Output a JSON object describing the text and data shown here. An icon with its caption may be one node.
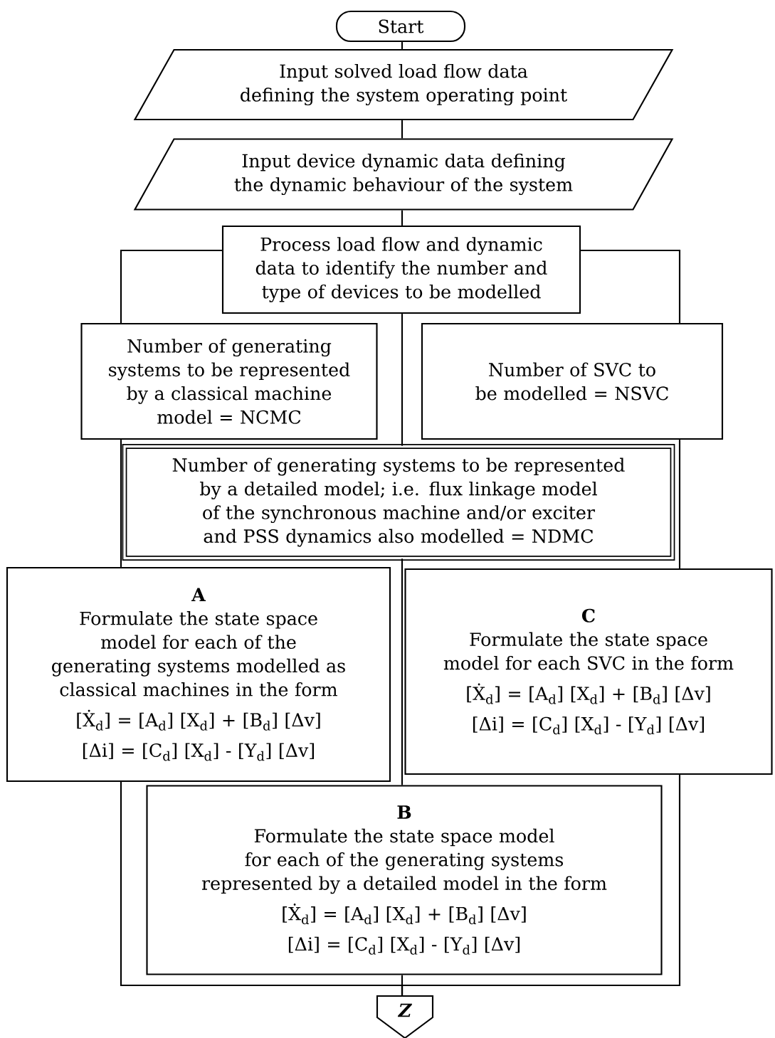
{
  "diagram": {
    "nodes": [
      {
        "text": [
          "Start"
        ]
      },
      {
        "text": [
          "Input solved load flow data defining the system operating point"
        ]
      },
      {
        "text": [
          "Input device dynamic data defining the dynamic behaviour of the system"
        ]
      },
      {
        "text": [
          "Process load flow and dynamic data to identify the number and type of devices to be modelled"
        ]
      },
      {
        "text": [
          "Number of generating systems to be represented by a classical machine model = NCMC"
        ]
      },
      {
        "text": [
          "Number of SVC to be modelled = NSVC"
        ]
      },
      {
        "text": [
          "Number of generating systems to be represented by a detailed model; i.e. flux linkage model of the synchronous machine and/or exciter and PSS dynamics also modelled = NDMC"
        ]
      },
      {
        "text": [
          "A",
          "Formulate the state space model for each of the generating systems modelled as classical machines in the form",
          "[Ẋ$_{d}$] = [A$_{d}$] [X$_{d}$] + [B$_{d}$] [Δv]",
          "[Δi] = [C$_{d}$] [X$_{d}$] - [Y$_{d}$] [Δv]"
        ]
      },
      {
        "text": [
          "C",
          "Formulate the state space model for each SVC in the form",
          "[Ẋ$_{d}$] = [A$_{d}$] [X$_{d}$] + [B$_{d}$] [Δv]",
          "[Δi] = [C$_{d}$] [X$_{d}$] - [Y$_{d}$] [Δv]"
        ]
      },
      {
        "text": [
          "B",
          "Formulate the state space model for each of the generating systems represented by a detailed model in the form",
          "[Ẋ$_{d}$] = [A$_{d}$] [X$_{d}$] + [B$_{d}$] [Δv]",
          "[Δi] = [C$_{d}$] [X$_{d}$] - [Y$_{d}$] [Δv]"
        ]
      },
      {
        "text": [
          "Z"
        ]
      }
    ],
    "edges": [
      {
        "from": 0,
        "to": 1,
        "arrow": "none"
      },
      {
        "from": 1,
        "to": 2,
        "arrow": "none"
      },
      {
        "from": 2,
        "to": 3,
        "arrow": "none"
      },
      {
        "from": 3,
        "to": 4,
        "arrow": "none"
      },
      {
        "from": 3,
        "to": 5,
        "arrow": "none"
      },
      {
        "from": 3,
        "to": 6,
        "arrow": "none"
      },
      {
        "from": 4,
        "to": 7,
        "arrow": "none"
      },
      {
        "from": 5,
        "to": 8,
        "arrow": "none"
      },
      {
        "from": 6,
        "to": 9,
        "arrow": "none"
      },
      {
        "from": 7,
        "to": 10,
        "arrow": "none"
      },
      {
        "from": 8,
        "to": 10,
        "arrow": "none"
      },
      {
        "from": 9,
        "to": 10,
        "arrow": "none"
      }
    ]
  }
}
